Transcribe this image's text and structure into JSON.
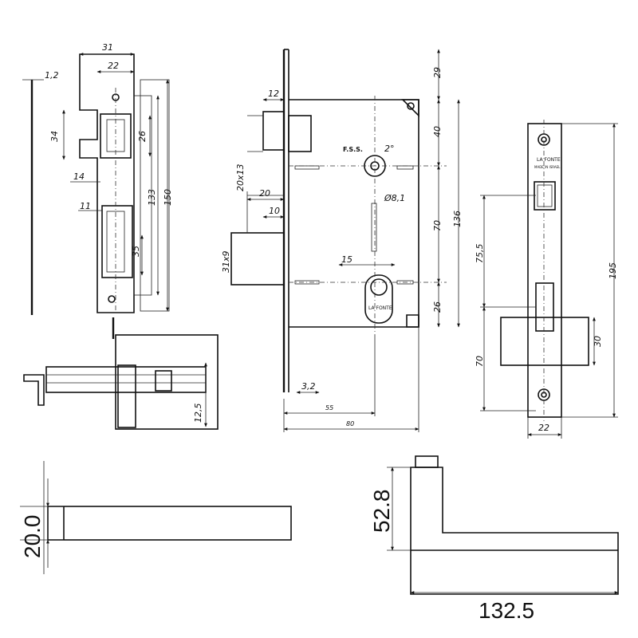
{
  "strike_plate": {
    "dims": {
      "thickness": "1,2",
      "width_outer": "31",
      "width_inner": "22",
      "height_34": "34",
      "height_26": "26",
      "height_14": "14",
      "height_11": "11",
      "height_35": "35",
      "height_133": "133",
      "height_150": "150"
    }
  },
  "latch_side": {
    "dims": {
      "d12_5": "12,5"
    }
  },
  "lock_body": {
    "dims": {
      "top_29": "29",
      "d12": "12",
      "d40": "40",
      "d20x13": "20x13",
      "d20": "20",
      "d10": "10",
      "d2": "2°",
      "d8_1": "Ø8,1",
      "d70": "70",
      "d136": "136",
      "d31x9": "31x9",
      "d15": "15",
      "d26": "26",
      "d3_2": "3,2",
      "d55": "55",
      "d80": "80"
    },
    "labels": {
      "fss": "F.S.S.",
      "brand": "LA FONTE"
    }
  },
  "faceplate": {
    "dims": {
      "d195": "195",
      "d75_5": "75,5",
      "d70": "70",
      "d30": "30",
      "d22": "22"
    },
    "labels": {
      "brand": "LA FONTE",
      "made": "MADE IN ISRAEL"
    }
  },
  "handle_side": {
    "dims": {
      "height": "20.0"
    }
  },
  "handle_front": {
    "dims": {
      "rose_height": "52.8",
      "length": "132.5"
    }
  }
}
